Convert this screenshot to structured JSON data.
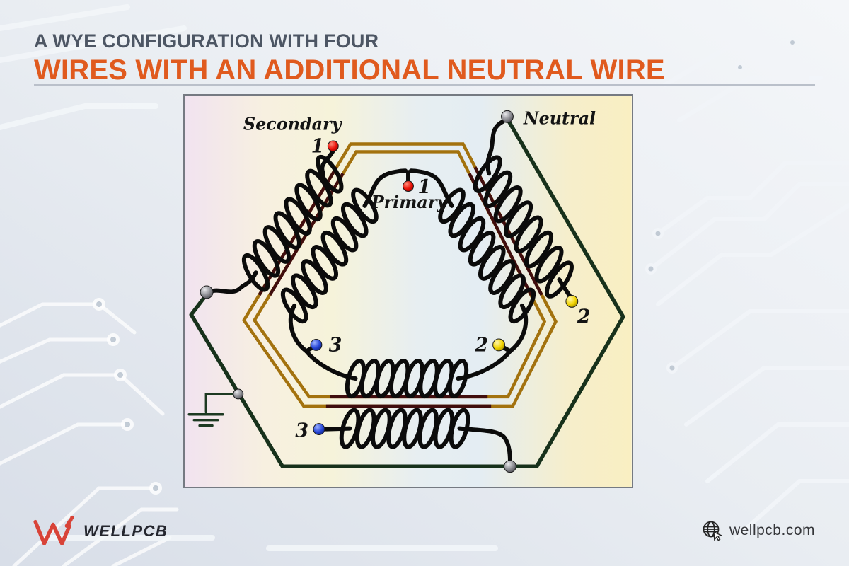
{
  "header": {
    "title_line1": "A WYE CONFIGURATION WITH FOUR",
    "title_line2": "WIRES WITH AN ADDITIONAL NEUTRAL WIRE",
    "colors": {
      "title_line1": "#4d5664",
      "title_line2": "#e05a1e"
    }
  },
  "diagram": {
    "type": "three-phase-transformer-wye-wiring-diagram",
    "labels": {
      "secondary": "Secondary",
      "secondary_terminal_1": "1",
      "secondary_terminal_2": "2",
      "secondary_terminal_3": "3",
      "neutral": "Neutral",
      "primary": "Primary",
      "primary_terminal_1": "1",
      "primary_terminal_2": "2",
      "primary_terminal_3": "3"
    },
    "terminal_colors": {
      "phase1": "#e81010",
      "phase2": "#f0d000",
      "phase3": "#2848d8",
      "neutral": "#85868c"
    },
    "wire_colors": {
      "winding": "#0b0b0b",
      "neutral_wire": "#17311b",
      "core_ring_gold": "#a3720e",
      "core_ring_dark": "#400d0d"
    },
    "icons": {
      "ground": "earth-ground-icon"
    }
  },
  "footer": {
    "brand": "WELLPCB",
    "website": "wellpcb.com",
    "icons": {
      "logo": "wellpcb-w-icon",
      "website": "globe-cursor-icon"
    }
  }
}
